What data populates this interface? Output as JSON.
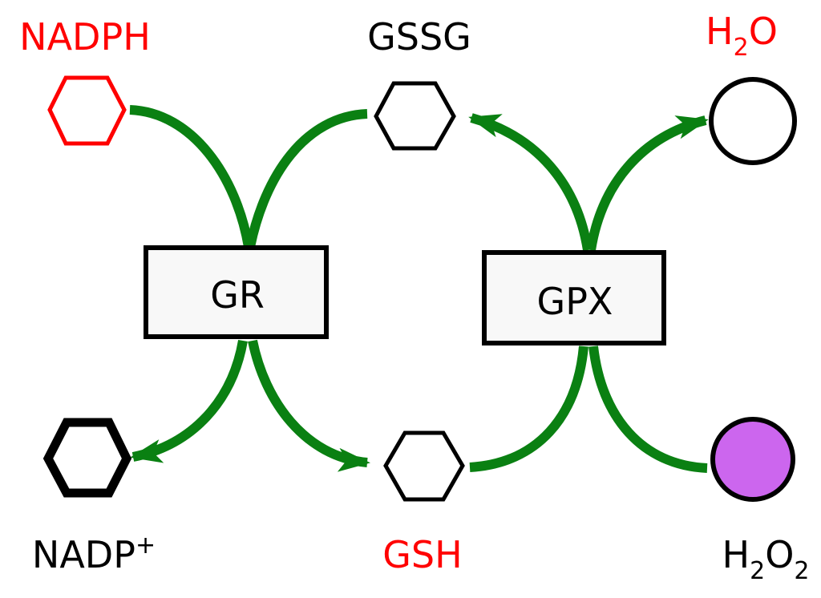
{
  "title": "Glutathione redox cycle",
  "colors": {
    "arrow": "#0a8012",
    "highlight_text": "#ff0000",
    "normal_text": "#000000",
    "enzyme_fill": "#f8f8f8",
    "h2o2_fill": "#cc66ee"
  },
  "molecules": {
    "nadph": {
      "label": "NADPH",
      "shape": "hexagon",
      "color": "red"
    },
    "gssg": {
      "label": "GSSG",
      "shape": "hexagon",
      "color": "black"
    },
    "h2o": {
      "label_main": "H",
      "label_sub": "2",
      "label_tail": "O",
      "shape": "circle",
      "color": "red"
    },
    "nadp": {
      "label_main": "NADP",
      "label_sup": "+",
      "shape": "hexagon-bold",
      "color": "black"
    },
    "gsh": {
      "label": "GSH",
      "shape": "hexagon",
      "color": "red"
    },
    "h2o2": {
      "label_main": "H",
      "label_sub1": "2",
      "label_mid": "O",
      "label_sub2": "2",
      "shape": "circle-filled",
      "color": "black"
    }
  },
  "enzymes": {
    "gr": {
      "label": "GR"
    },
    "gpx": {
      "label": "GPX"
    }
  },
  "reactions": [
    {
      "enzyme": "GR",
      "from": [
        "NADPH",
        "GSSG"
      ],
      "to": [
        "NADP+",
        "GSH"
      ]
    },
    {
      "enzyme": "GPX",
      "from": [
        "GSH",
        "H2O2"
      ],
      "to": [
        "GSSG",
        "H2O"
      ]
    }
  ]
}
